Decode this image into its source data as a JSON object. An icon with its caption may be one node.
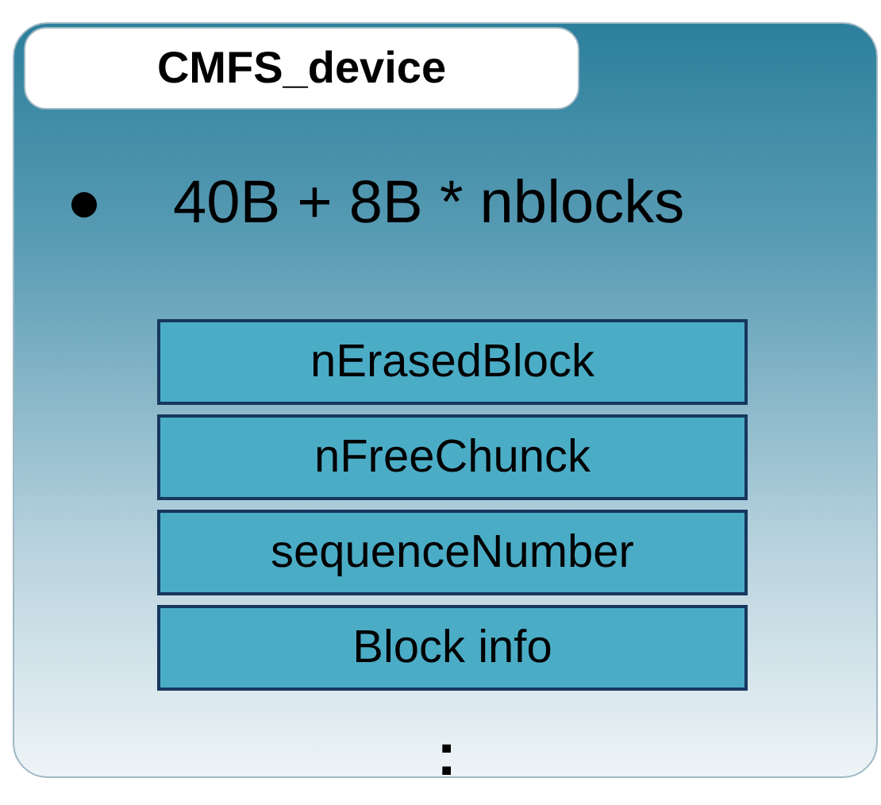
{
  "diagram": {
    "nodes": [
      {
        "text": [
          "CMFS_device",
          "40B + 8B * nblocks"
        ]
      },
      {
        "text": [
          "nErasedBlock"
        ],
        "in": 0
      },
      {
        "text": [
          "nFreeChunck"
        ],
        "in": 0
      },
      {
        "text": [
          "sequenceNumber"
        ],
        "in": 0
      },
      {
        "text": [
          "Block info"
        ],
        "in": 0
      }
    ],
    "labels": [
      ":"
    ]
  }
}
